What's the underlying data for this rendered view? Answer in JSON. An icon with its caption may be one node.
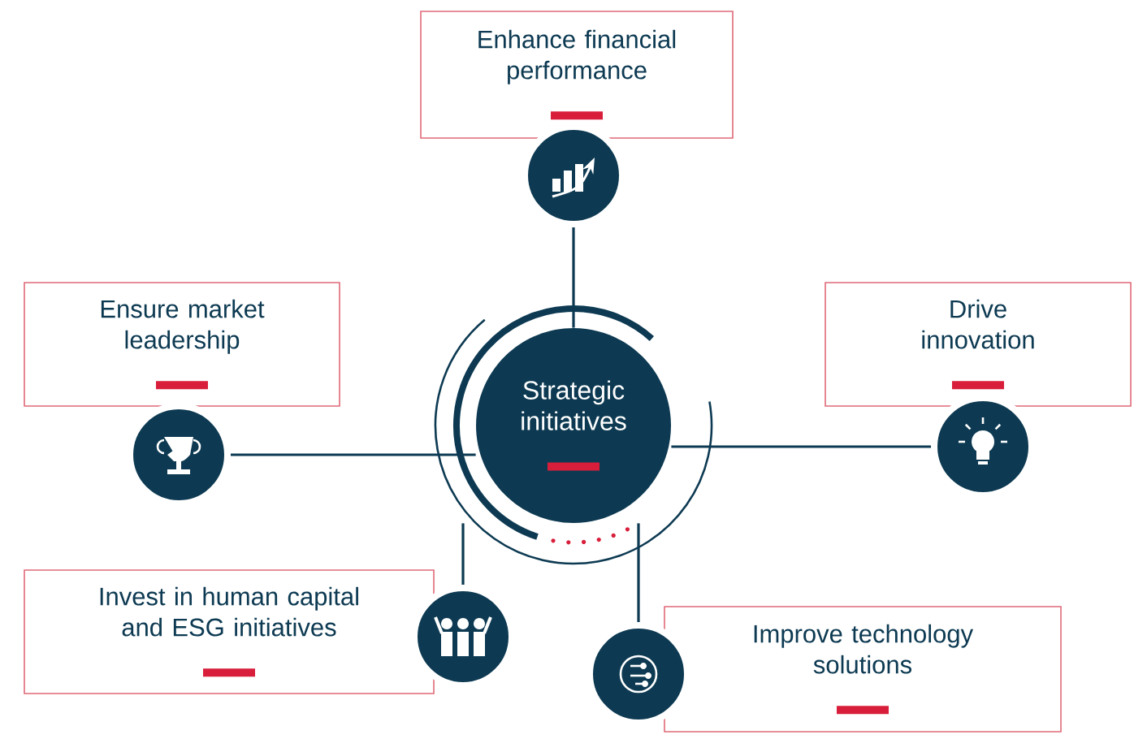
{
  "diagram": {
    "nodes": [
      {
        "text": [
          "Strategic initiatives"
        ]
      },
      {
        "text": [
          "Enhance financial performance"
        ]
      },
      {
        "text": [],
        "shape": "circle"
      },
      {
        "text": [
          "Ensure market leadership"
        ]
      },
      {
        "text": [],
        "shape": "circle"
      },
      {
        "text": [
          "Drive innovation"
        ]
      },
      {
        "text": [],
        "shape": "circle"
      },
      {
        "text": [
          "Invest in human capital and ESG initiatives"
        ]
      },
      {
        "text": [],
        "shape": "circle"
      },
      {
        "text": [
          "Improve technology solutions"
        ]
      },
      {
        "text": [],
        "shape": "circle"
      }
    ],
    "edges": [
      {
        "from": 0,
        "to": 2,
        "arrow": "none"
      },
      {
        "from": 0,
        "to": 4,
        "arrow": "none"
      },
      {
        "from": 0,
        "to": 6,
        "arrow": "none"
      },
      {
        "from": 0,
        "to": 8,
        "arrow": "none"
      },
      {
        "from": 0,
        "to": 10,
        "arrow": "none"
      }
    ]
  }
}
